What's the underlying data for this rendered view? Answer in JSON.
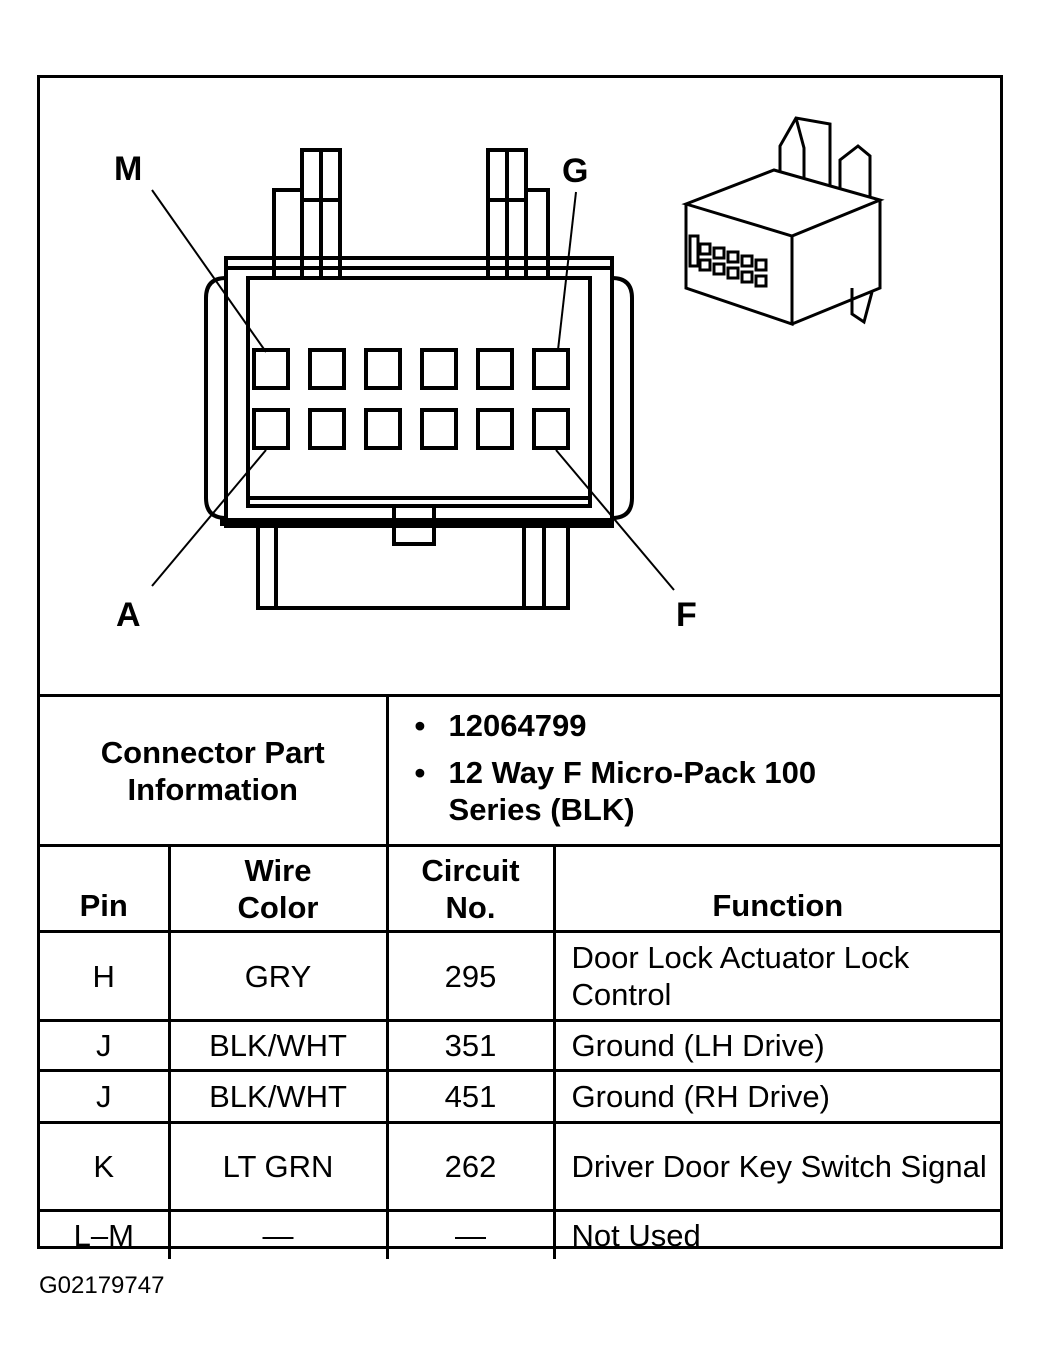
{
  "pin_labels": {
    "top_left": "M",
    "top_right": "G",
    "bottom_left": "A",
    "bottom_right": "F"
  },
  "connector_info": {
    "label": "Connector Part Information",
    "items": [
      "12064799",
      "12 Way F Micro-Pack 100 Series (BLK)"
    ]
  },
  "table": {
    "headers": {
      "pin": "Pin",
      "wire_color": "Wire Color",
      "circuit": "Circuit No.",
      "function": "Function"
    },
    "rows": [
      {
        "pin": "H",
        "wire_color": "GRY",
        "circuit": "295",
        "function": "Door Lock Actuator Lock Control"
      },
      {
        "pin": "J",
        "wire_color": "BLK/WHT",
        "circuit": "351",
        "function": "Ground (LH Drive)"
      },
      {
        "pin": "J",
        "wire_color": "BLK/WHT",
        "circuit": "451",
        "function": "Ground (RH Drive)"
      },
      {
        "pin": "K",
        "wire_color": "LT GRN",
        "circuit": "262",
        "function": "Driver Door Key Switch Signal"
      },
      {
        "pin": "L–M",
        "wire_color": "—",
        "circuit": "—",
        "function": "Not Used"
      }
    ]
  },
  "figure_id": "G02179747"
}
